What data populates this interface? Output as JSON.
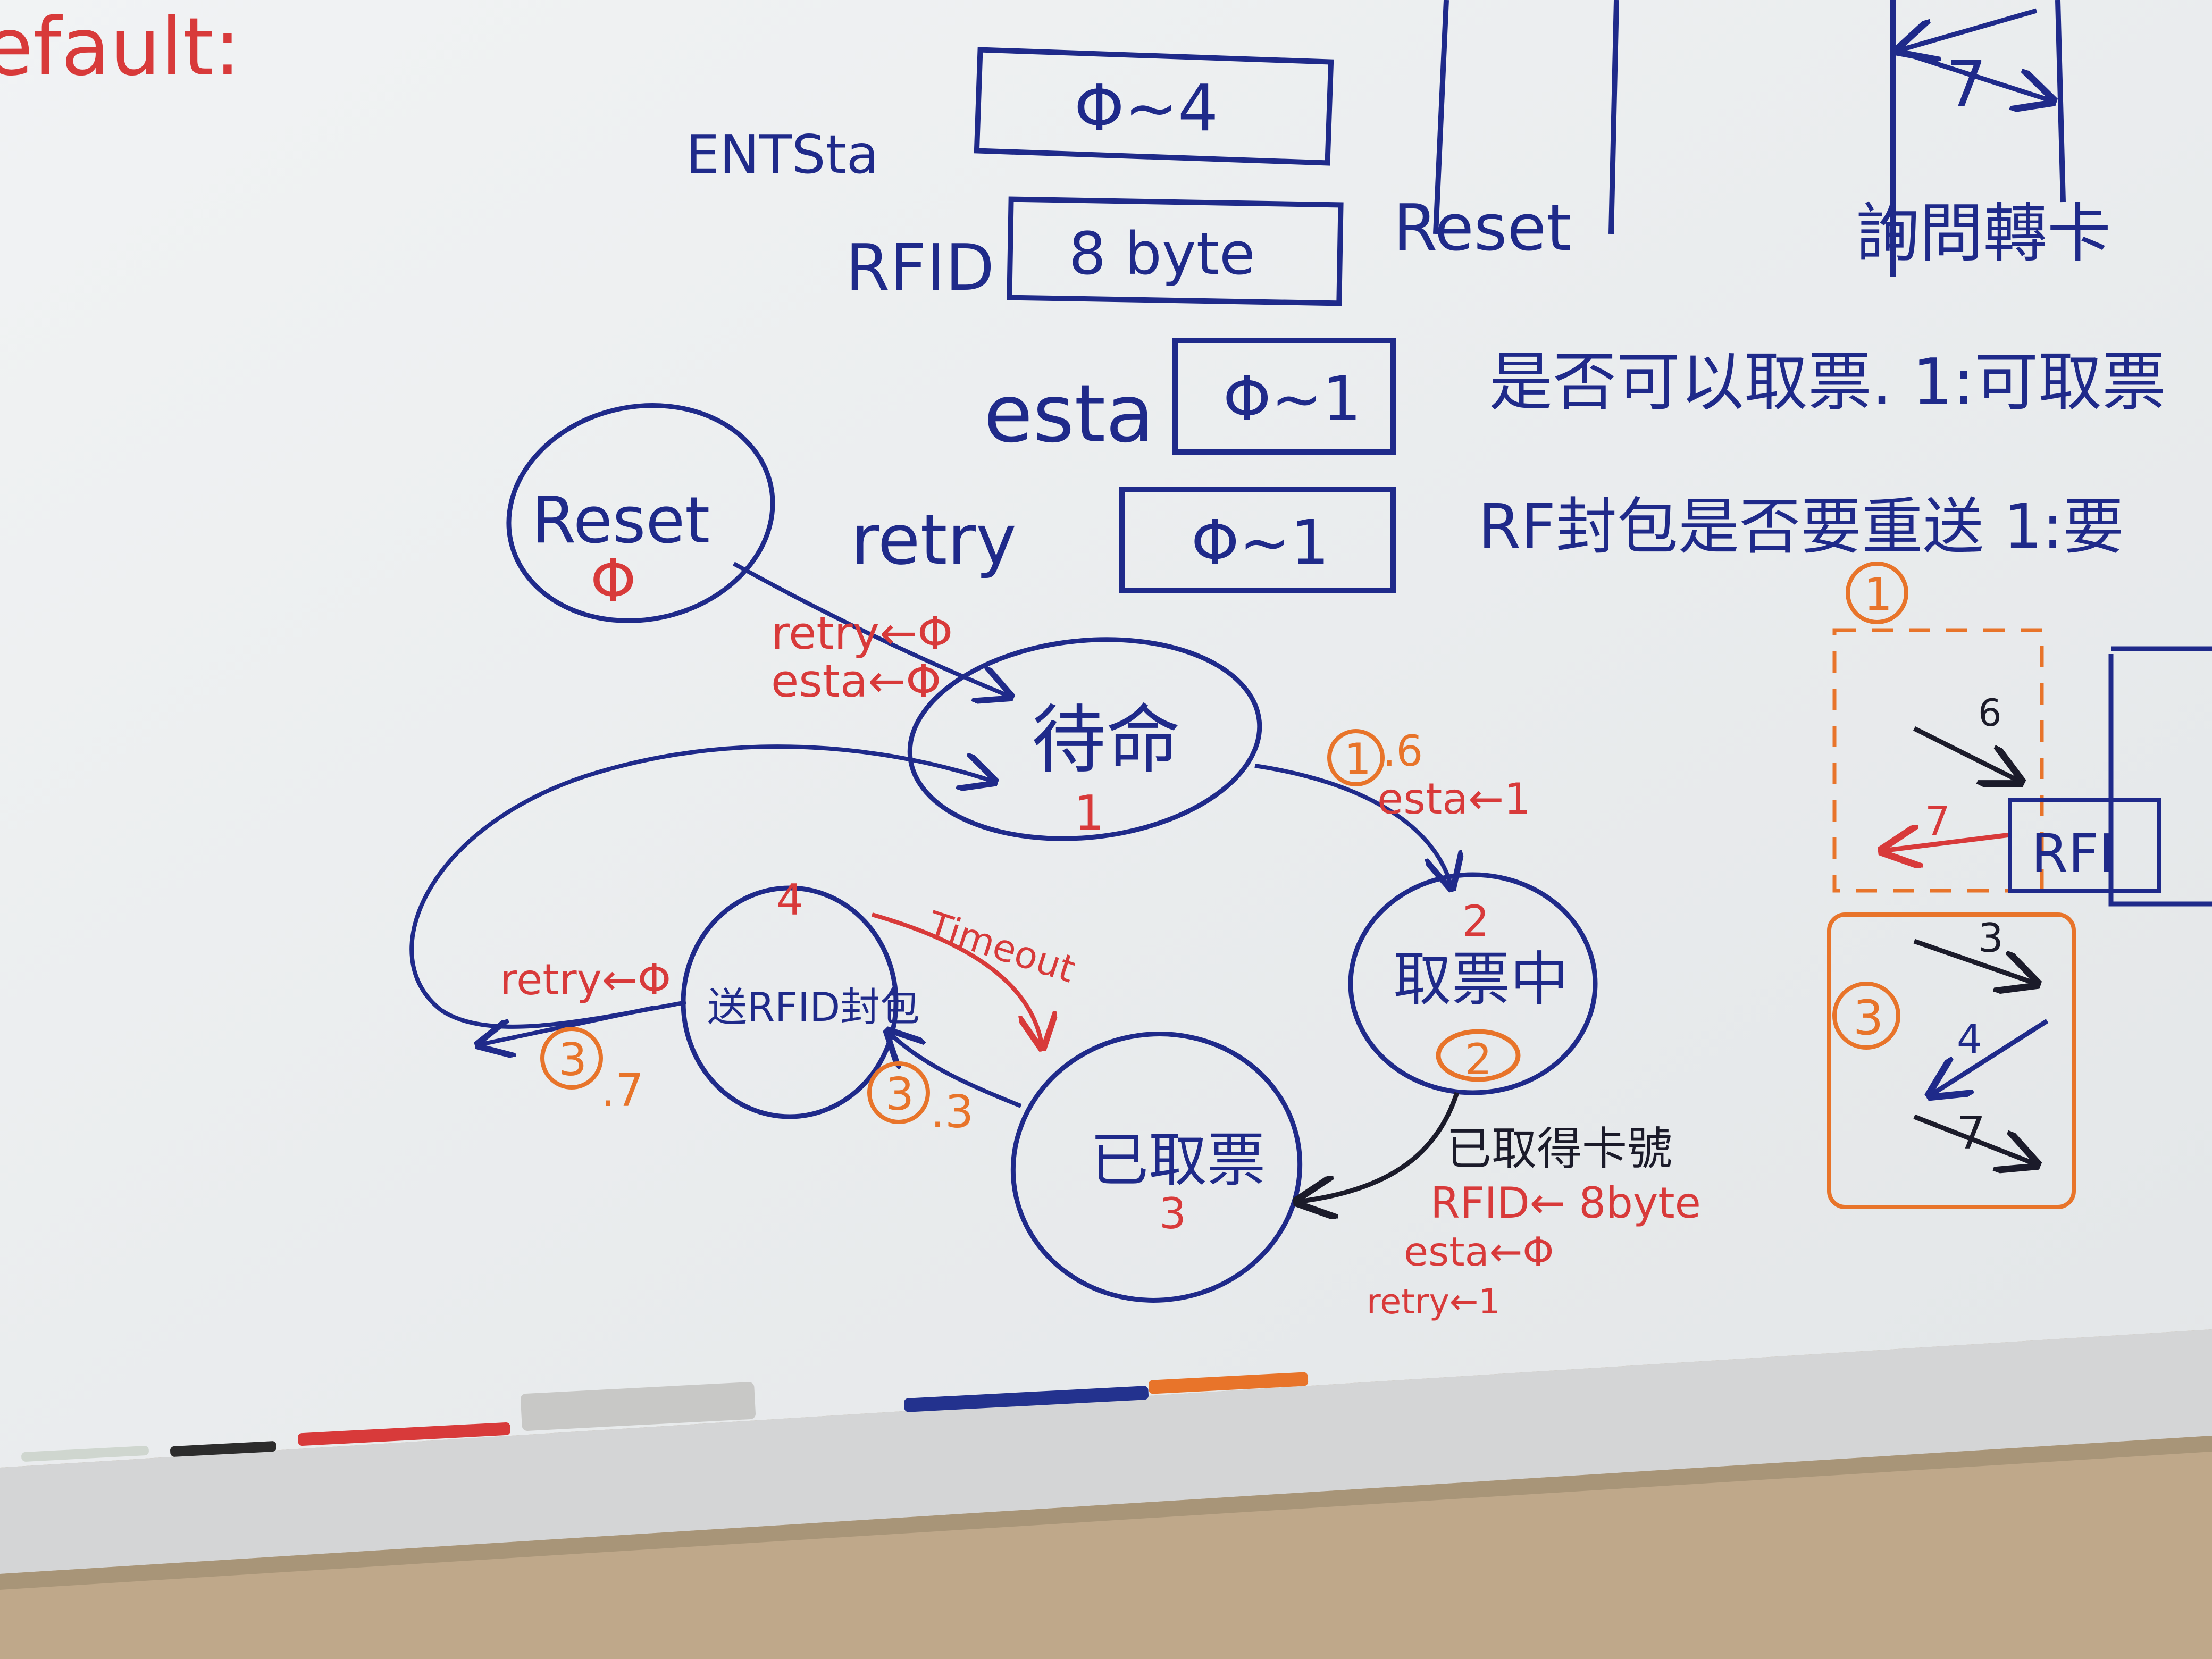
{
  "colors": {
    "board": "#eef0f1",
    "blue_marker": "#1f2a8a",
    "red_marker": "#d83a3a",
    "orange_marker": "#e8742a",
    "black_marker": "#1b1b2a",
    "wall": "#bfa88a",
    "tray": "#d9dadb"
  },
  "header": {
    "default_label": "efault:"
  },
  "fields": [
    {
      "name": "ENTSta",
      "range": "Φ~4",
      "note": ""
    },
    {
      "name": "RFID",
      "range": "8 byte",
      "note": ""
    },
    {
      "name": "esta",
      "range": "Φ~1",
      "note": "是否可以取票. 1:可取票"
    },
    {
      "name": "retry",
      "range": "Φ~1",
      "note": "RF封包是否要重送 1:要"
    }
  ],
  "right_top": {
    "reset_label": "Reset",
    "polling_label": "詢問轉卡",
    "seven": "7"
  },
  "states": {
    "reset": {
      "name": "Reset",
      "code": "Φ"
    },
    "standby": {
      "name": "待命",
      "code": "1"
    },
    "taking": {
      "name": "取票中",
      "code": "2",
      "badge": "2"
    },
    "taken": {
      "name": "已取票",
      "code": "3"
    },
    "send": {
      "name": "送RFID封包",
      "code": "4"
    }
  },
  "transitions": {
    "reset_to_standby": [
      "retry←Φ",
      "esta←Φ"
    ],
    "standby_to_taking": {
      "marker": "1",
      "step": ".6",
      "action": "esta←1"
    },
    "taking_to_taken": {
      "title": "已取得卡號",
      "actions": [
        "RFID← 8byte",
        "esta←Φ",
        "retry←1"
      ]
    },
    "send_to_taken": "Timeout",
    "taken_to_send": {
      "marker": "3",
      "step": ".3"
    },
    "send_to_standby": {
      "action": "retry←Φ",
      "marker": "3",
      "step": ".7"
    }
  },
  "sequence": {
    "box1": {
      "marker": "1",
      "steps": [
        "6",
        "7"
      ],
      "label": "RFI"
    },
    "box3": {
      "marker": "3",
      "steps": [
        "3",
        "4",
        "7"
      ]
    }
  }
}
